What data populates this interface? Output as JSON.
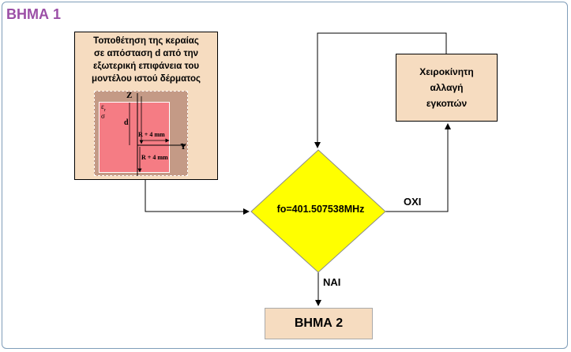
{
  "step_title": "ΒΗΜΑ 1",
  "placement_box": {
    "caption": "Τοποθέτηση της κεραίας\nσε απόσταση d από την\nεξωτερική επιφάνεια του\nμοντέλου ιστού δέρματος"
  },
  "inset_figure": {
    "axis_z": "Z",
    "axis_y": "Y",
    "epsilon": "ε",
    "epsilon_sub": "r",
    "sigma": "σ",
    "distance": "d",
    "dim_upper": "R + 4 mm",
    "dim_lower": "R + 4 mm"
  },
  "decision": {
    "condition": "fo=401.507538MHz",
    "no_label": "ΟΧΙ",
    "yes_label": "ΝΑΙ"
  },
  "manual_box": {
    "caption": "Χειροκίνητη\nαλλαγή\nεγκοπών"
  },
  "next_step": {
    "label": "ΒΗΜΑ 2"
  },
  "colors": {
    "title": "#9b4fa6",
    "box_fill": "#f6dcc0",
    "decision_fill": "#ffff00",
    "inset_fill": "#c49a86",
    "skin_fill": "#f57c84"
  }
}
